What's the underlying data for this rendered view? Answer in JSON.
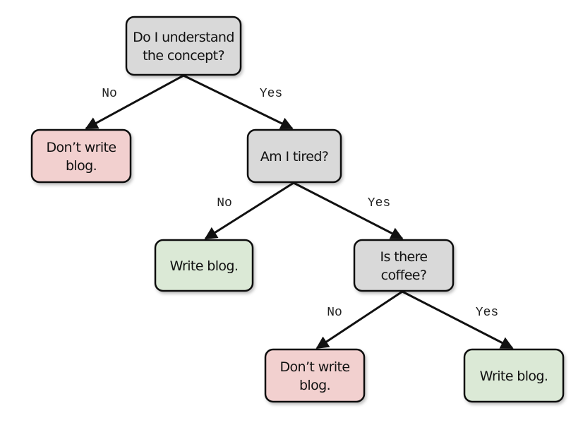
{
  "colors": {
    "question": "#d9d9d9",
    "no_write": "#f2d0cf",
    "write": "#dbe9d6",
    "shadow": "#cfcfcf",
    "stroke": "#111111"
  },
  "nodes": {
    "q_understand": {
      "lines": [
        "Do I understand",
        "the concept?"
      ],
      "kind": "question"
    },
    "a_dont_write_1": {
      "lines": [
        "Don’t write",
        "blog."
      ],
      "kind": "no_write"
    },
    "q_tired": {
      "lines": [
        "Am I tired?"
      ],
      "kind": "question"
    },
    "a_write_1": {
      "lines": [
        "Write blog."
      ],
      "kind": "write"
    },
    "q_coffee": {
      "lines": [
        "Is there",
        "coffee?"
      ],
      "kind": "question"
    },
    "a_dont_write_2": {
      "lines": [
        "Don’t write",
        "blog."
      ],
      "kind": "no_write"
    },
    "a_write_2": {
      "lines": [
        "Write blog."
      ],
      "kind": "write"
    }
  },
  "edges": [
    {
      "from": "q_understand",
      "to": "a_dont_write_1",
      "label": "No"
    },
    {
      "from": "q_understand",
      "to": "q_tired",
      "label": "Yes"
    },
    {
      "from": "q_tired",
      "to": "a_write_1",
      "label": "No"
    },
    {
      "from": "q_tired",
      "to": "q_coffee",
      "label": "Yes"
    },
    {
      "from": "q_coffee",
      "to": "a_dont_write_2",
      "label": "No"
    },
    {
      "from": "q_coffee",
      "to": "a_write_2",
      "label": "Yes"
    }
  ]
}
